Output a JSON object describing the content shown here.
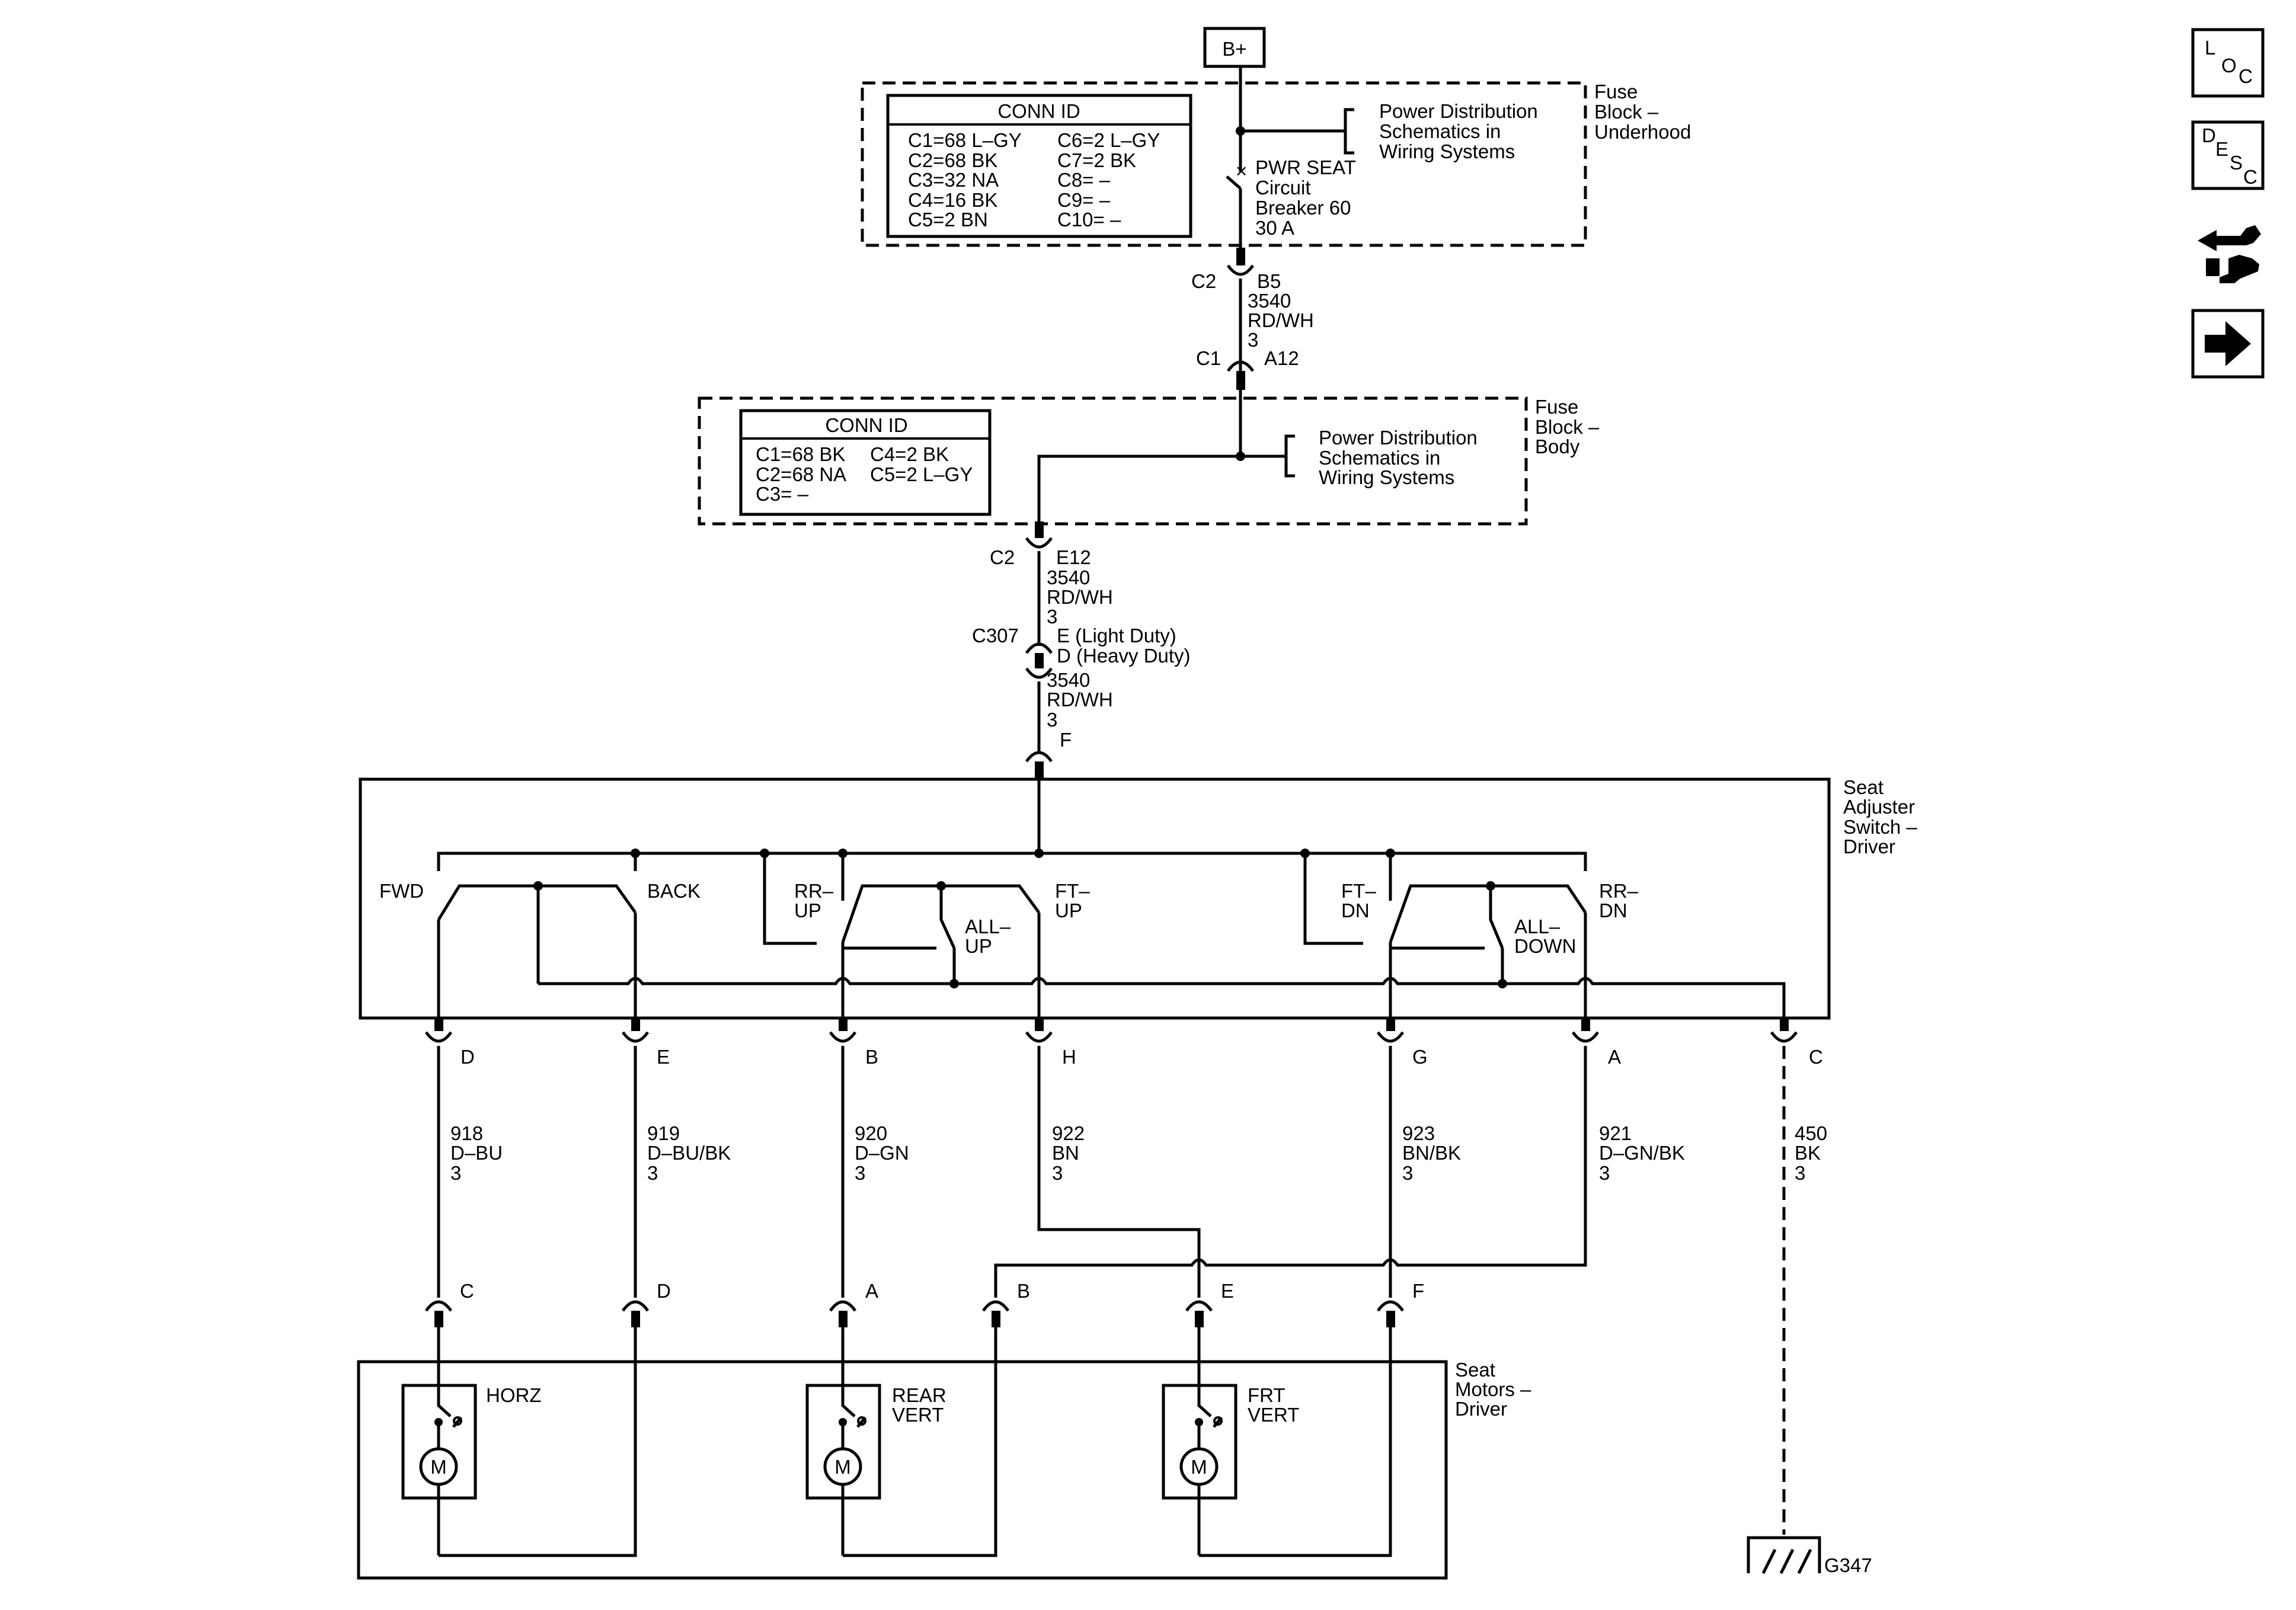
{
  "nav_icons": {
    "loc_letters": [
      "L",
      "O",
      "C"
    ],
    "desc_letters": [
      "D",
      "E",
      "S",
      "C"
    ]
  },
  "power": {
    "label": "B+"
  },
  "fuse_block_underhood": {
    "title": [
      "Fuse",
      "Block –",
      "Underhood"
    ],
    "conn_id": {
      "header": "CONN ID",
      "left": [
        "C1=68 L–GY",
        "C2=68 BK",
        "C3=32 NA",
        "C4=16 BK",
        "C5=2 BN"
      ],
      "right": [
        "C6=2 L–GY",
        "C7=2 BK",
        "C8= –",
        "C9= –",
        "C10= –"
      ]
    },
    "ref": [
      "Power Distribution",
      "Schematics in",
      "Wiring Systems"
    ],
    "breaker": [
      "PWR SEAT",
      "Circuit",
      "Breaker 60",
      "30 A"
    ]
  },
  "link_1": {
    "conn": "C2",
    "pin": "B5",
    "wire": [
      "3540",
      "RD/WH",
      "3"
    ]
  },
  "link_2": {
    "conn": "C1",
    "pin": "A12"
  },
  "fuse_block_body": {
    "title": [
      "Fuse",
      "Block –",
      "Body"
    ],
    "conn_id": {
      "header": "CONN ID",
      "left": [
        "C1=68 BK",
        "C2=68 NA",
        "C3= –"
      ],
      "right": [
        "C4=2 BK",
        "C5=2 L–GY"
      ]
    },
    "ref": [
      "Power Distribution",
      "Schematics in",
      "Wiring Systems"
    ]
  },
  "link_3": {
    "conn": "C2",
    "pin": "E12",
    "wire": [
      "3540",
      "RD/WH",
      "3"
    ]
  },
  "link_c307": {
    "conn": "C307",
    "pins": [
      "E (Light Duty)",
      "D (Heavy Duty)"
    ],
    "wire": [
      "3540",
      "RD/WH",
      "3"
    ],
    "pin_f": "F"
  },
  "seat_switch": {
    "title": [
      "Seat",
      "Adjuster",
      "Switch –",
      "Driver"
    ],
    "contacts": {
      "fwd": "FWD",
      "back": "BACK",
      "rr_up": [
        "RR–",
        "UP"
      ],
      "all_up": [
        "ALL–",
        "UP"
      ],
      "ft_up": [
        "FT–",
        "UP"
      ],
      "ft_dn": [
        "FT–",
        "DN"
      ],
      "all_down": [
        "ALL–",
        "DOWN"
      ],
      "rr_dn": [
        "RR–",
        "DN"
      ]
    },
    "pins": [
      "D",
      "E",
      "B",
      "H",
      "G",
      "A",
      "C"
    ]
  },
  "wires": [
    [
      "918",
      "D–BU",
      "3"
    ],
    [
      "919",
      "D–BU/BK",
      "3"
    ],
    [
      "920",
      "D–GN",
      "3"
    ],
    [
      "922",
      "BN",
      "3"
    ],
    [
      "923",
      "BN/BK",
      "3"
    ],
    [
      "921",
      "D–GN/BK",
      "3"
    ],
    [
      "450",
      "BK",
      "3"
    ]
  ],
  "seat_motors": {
    "title": [
      "Seat",
      "Motors –",
      "Driver"
    ],
    "pins": [
      "C",
      "D",
      "A",
      "B",
      "E",
      "F"
    ],
    "motors": [
      {
        "name": [
          "HORZ"
        ],
        "symbol": "M"
      },
      {
        "name": [
          "REAR",
          "VERT"
        ],
        "symbol": "M"
      },
      {
        "name": [
          "FRT",
          "VERT"
        ],
        "symbol": "M"
      }
    ]
  },
  "ground": {
    "label": "G347"
  }
}
